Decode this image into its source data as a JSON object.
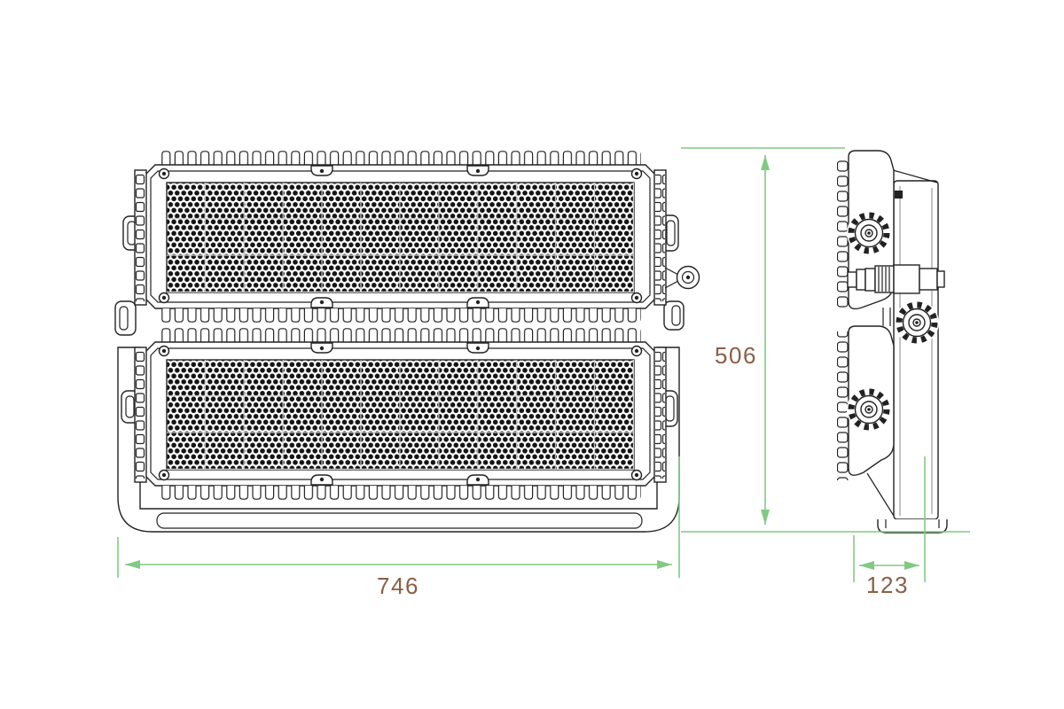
{
  "drawing": {
    "description": "Technical dimension drawing of a two-module LED floodlight, front view and side view",
    "dimension_labels": {
      "width": "746",
      "height": "506",
      "depth": "123"
    },
    "colors": {
      "dimension_line": "#82c982",
      "dimension_text": "#8a5f45",
      "line_art": "#222222",
      "led_dots": "#151515"
    }
  }
}
